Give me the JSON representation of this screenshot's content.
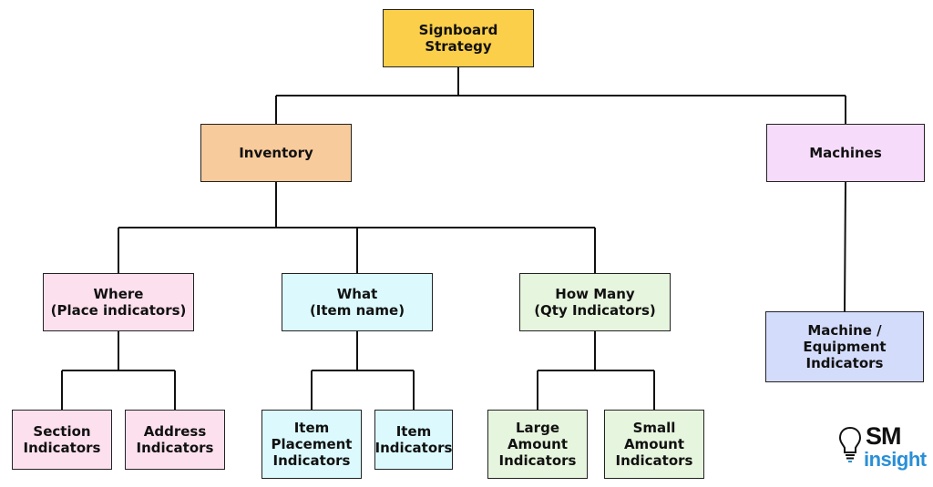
{
  "diagram": {
    "colors": {
      "root": "#fbcf4a",
      "inventory": "#f8cb9c",
      "machines": "#f6dcfa",
      "where": "#fde0ee",
      "what": "#dcfafd",
      "how_many": "#e6f5dd",
      "machine_equipment": "#d4dcfb",
      "line": "#111111"
    },
    "nodes": {
      "root": {
        "label": "Signboard\nStrategy"
      },
      "inventory": {
        "label": "Inventory"
      },
      "machines": {
        "label": "Machines"
      },
      "where": {
        "label": "Where\n(Place indicators)"
      },
      "what": {
        "label": "What\n(Item name)"
      },
      "how_many": {
        "label": "How Many\n(Qty Indicators)"
      },
      "machine_equipment": {
        "label": "Machine /\nEquipment\nIndicators"
      },
      "section": {
        "label": "Section\nIndicators"
      },
      "address": {
        "label": "Address\nIndicators"
      },
      "item_placement": {
        "label": "Item\nPlacement\nIndicators"
      },
      "item_indicators": {
        "label": "Item\nIndicators"
      },
      "large_amount": {
        "label": "Large\nAmount\nIndicators"
      },
      "small_amount": {
        "label": "Small\nAmount\nIndicators"
      }
    },
    "edges": [
      [
        "root",
        "inventory"
      ],
      [
        "root",
        "machines"
      ],
      [
        "inventory",
        "where"
      ],
      [
        "inventory",
        "what"
      ],
      [
        "inventory",
        "how_many"
      ],
      [
        "machines",
        "machine_equipment"
      ],
      [
        "where",
        "section"
      ],
      [
        "where",
        "address"
      ],
      [
        "what",
        "item_placement"
      ],
      [
        "what",
        "item_indicators"
      ],
      [
        "how_many",
        "large_amount"
      ],
      [
        "how_many",
        "small_amount"
      ]
    ]
  },
  "logo": {
    "brand": "SM",
    "product": "insight",
    "icon": "lightbulb-icon"
  }
}
